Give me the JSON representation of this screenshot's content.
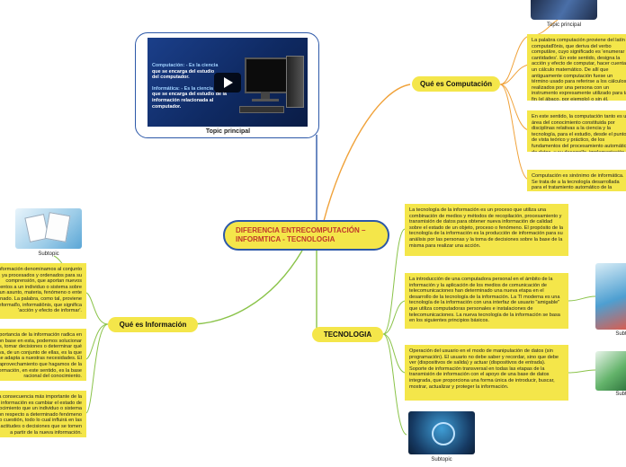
{
  "central_topic": "DIFERENCIA ENTRECOMPUTACIÓN – INFORMTICA - TECNOLOGIA",
  "topic_principal_video": {
    "label": "Topic principal",
    "lines": [
      "Computación: - Es la ciencia",
      "que se encarga del estudio",
      "del computador.",
      "",
      "Informática: - Es la ciencia",
      "que se encarga del estudio de la",
      "información relacionada al",
      "computador."
    ]
  },
  "topic_principal_top_right": {
    "label": "Topic principal"
  },
  "branches": {
    "computacion": {
      "label": "Qué es Computación",
      "color": "#f0a23a",
      "notes": [
        "La palabra computación proviene del latín computatĭōnis, que deriva del verbo computāre, cuyo significado es 'enumerar cantidades'. En este sentido, designa la acción y efecto de computar, hacer cuenta, un cálculo matemático. De allí que antiguamente computación fuese un término usado para referirse a los cálculos realizados por una persona con un instrumento expresamente utilizado para tal fin (el ábaco, por ejemplo) o sin él.",
        "En este sentido, la computación tanto es un área del conocimiento constituida por disciplinas relativas a la ciencia y la tecnología, para el estudio, desde el punto de vista teórico y práctico, de los fundamentos del procesamiento automático de datos, y su desarrollo, implementación y aplicación en sistemas informáticos.",
        "Computación es sinónimo de informática. Se trata de a la tecnología desarrollada para el tratamiento automático de la información mediante el uso computadoras."
      ]
    },
    "informacion": {
      "label": "Qué es Información",
      "color": "#8ac349",
      "subtopic_label": "Subtopic",
      "notes": [
        "Como información denominamos al conjunto de datos, ya procesados y ordenados para su comprensión, que aportan nuevos conocimientos a un individuo o sistema sobre un asunto, materia, fenómeno o ente determinado. La palabra, como tal, proviene del latín informatĭo, informatiōnis, que significa 'acción y efecto de informar'.",
        "La importancia de la información radica en que, con base en esta, podemos solucionar problemas, tomar decisiones o determinar qué alternativa, de un conjunto de ellas, es la que mejor se adapta a nuestras necesidades. El aprovechamiento que hagamos de la información, en este sentido, es la base racional del conocimiento.",
        "La consecuencia más importante de la información es cambiar el estado de conocimiento que un individuo o sistema maneja con respecto a determinado fenómeno o cuestión, todo lo cual influirá en las acciones, actitudes o decisiones que se tomen a partir de la nueva información."
      ]
    },
    "tecnologia": {
      "label": "TECNOLOGIA",
      "color": "#8ac349",
      "subtopic_label": "Subtopic",
      "notes": [
        "La tecnología de la información es un proceso que utiliza una combinación de medios y métodos de recopilación, procesamiento y transmisión de datos para obtener nueva información de calidad sobre el estado de un objeto, proceso o fenómeno. El propósito de la tecnología de la información es la producción de información para su análisis por las personas y la toma de decisiones sobre la base de la misma para realizar una acción.",
        "La introducción de una computadora personal en el ámbito de la información y la aplicación de los medios de comunicación de telecomunicaciones han determinado una nueva etapa en el desarrollo de la tecnología de la información. La TI moderna es una tecnología de la información con una interfaz de usuario \"amigable\" que utiliza computadoras personales e instalaciones de telecomunicaciones. La nueva tecnología de la información se basa en los siguientes principios básicos.",
        "Operación del usuario en el modo de manipulación de datos (sin programación). El usuario no debe saber y recordar, sino que debe ver (dispositivos de salida) y actuar (dispositivos de entrada).\nSoporte de información transversal en todas las etapas de la transmisión de información con el apoyo de una base de datos integrada, que proporciona una forma única de introducir, buscar, mostrar, actualizar y proteger la información."
      ]
    }
  },
  "colors": {
    "central_fill": "#f4e64a",
    "central_border": "#2c58a8",
    "central_text": "#c0392b",
    "link_blue": "#2c58a8",
    "link_orange": "#f0a23a",
    "link_green": "#8ac349"
  }
}
